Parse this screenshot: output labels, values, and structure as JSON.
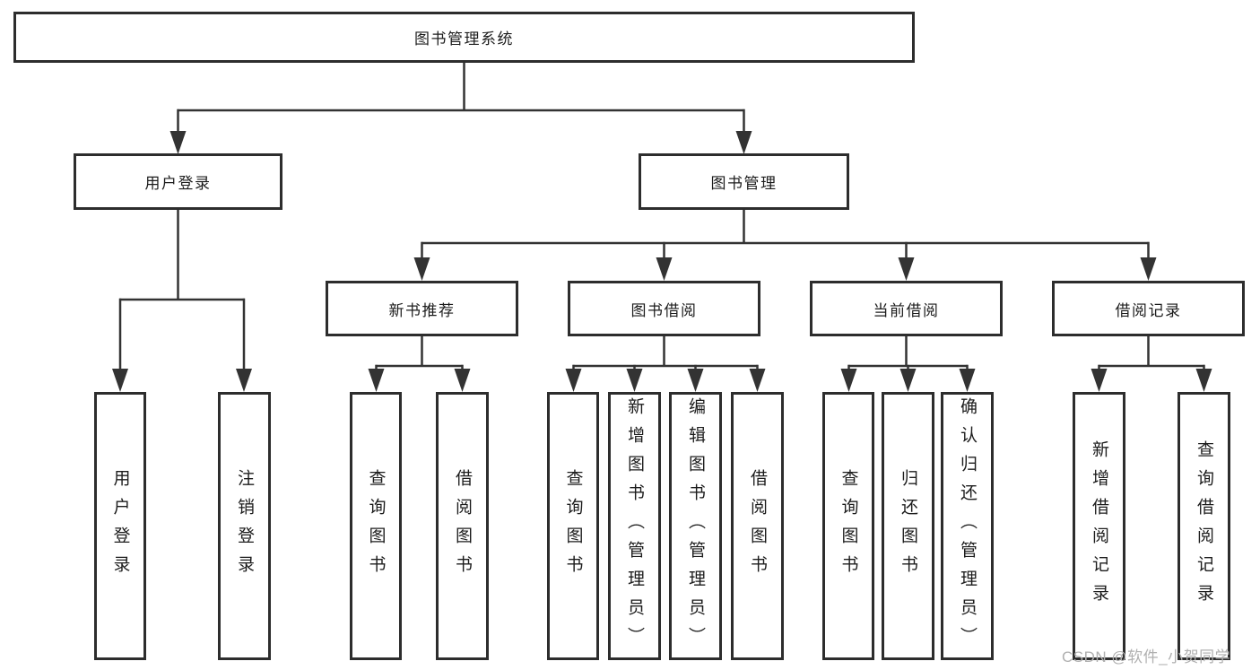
{
  "diagram_title": "图书管理系统",
  "nodes": {
    "root": {
      "label": "图书管理系统"
    },
    "login": {
      "label": "用户登录"
    },
    "mgmt": {
      "label": "图书管理"
    },
    "l3": [
      {
        "label": "新书推荐"
      },
      {
        "label": "图书借阅"
      },
      {
        "label": "当前借阅"
      },
      {
        "label": "借阅记录"
      }
    ],
    "leaves_login": [
      {
        "label": "用户登录"
      },
      {
        "label": "注销登录"
      }
    ],
    "leaves_recommend": [
      {
        "label": "查询图书"
      },
      {
        "label": "借阅图书"
      }
    ],
    "leaves_borrow": [
      {
        "label": "查询图书"
      },
      {
        "label": "新增图书（管理员）"
      },
      {
        "label": "编辑图书（管理员）"
      },
      {
        "label": "借阅图书"
      }
    ],
    "leaves_current": [
      {
        "label": "查询图书"
      },
      {
        "label": "归还图书"
      },
      {
        "label": "确认归还（管理员）"
      }
    ],
    "leaves_record": [
      {
        "label": "新增借阅记录"
      },
      {
        "label": "查询借阅记录"
      }
    ]
  },
  "watermark": {
    "text": "CSDN @软件_小贺同学"
  },
  "colors": {
    "line": "#333333",
    "box_border": "#2d2d2d",
    "text": "#1c1c1c",
    "watermark": "#b0b0b0",
    "background": "#ffffff"
  }
}
